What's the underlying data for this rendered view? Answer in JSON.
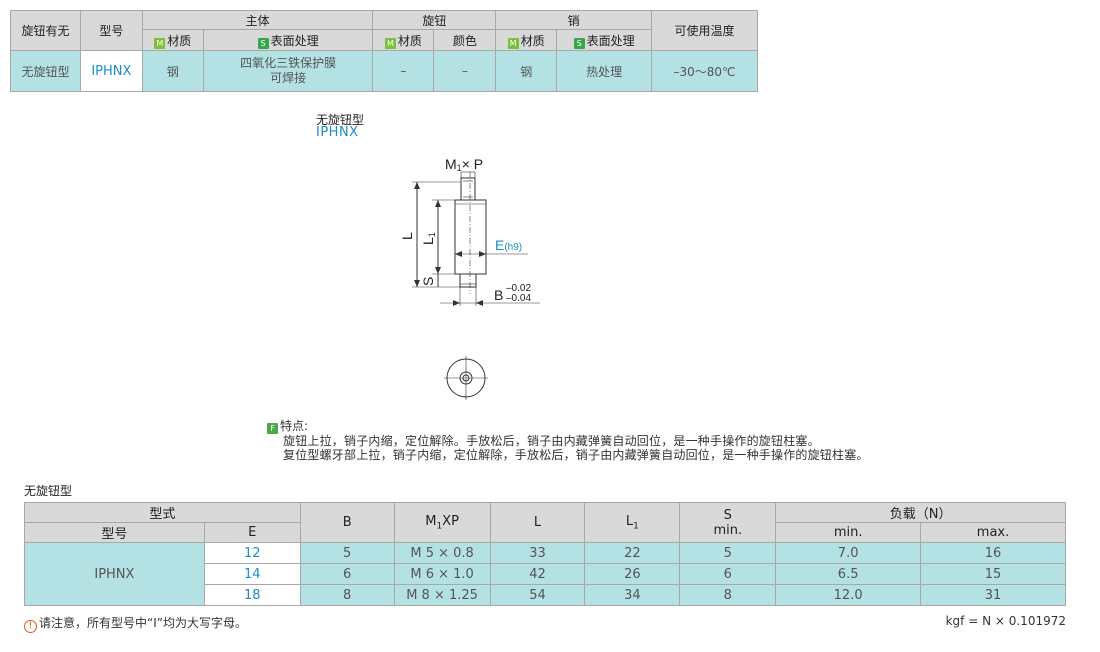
{
  "spec_table": {
    "h_knob": "旋钮有无",
    "h_model": "型号",
    "h_body": "主体",
    "h_knob_group": "旋钮",
    "h_pin": "销",
    "h_temp": "可使用温度",
    "sub_material": "材质",
    "sub_surface": "表面处理",
    "sub_color": "颜色",
    "tag_m": "M",
    "tag_s": "S",
    "row": {
      "knob": "无旋钮型",
      "model": "IPHNX",
      "body_material": "钢",
      "body_surface_1": "四氧化三铁保护膜",
      "body_surface_2": "可焊接",
      "knob_material": "–",
      "knob_color": "–",
      "pin_material": "钢",
      "pin_surface": "热处理",
      "temp": "–30～80℃"
    }
  },
  "drawing": {
    "caption": "无旋钮型",
    "model": "IPHNX",
    "lbl_m1": "M",
    "lbl_m1_sub": "1",
    "lbl_xp": "× P",
    "lbl_L": "L",
    "lbl_L1": "L",
    "lbl_L1_sub": "1",
    "lbl_S": "S",
    "lbl_E": "E",
    "lbl_E_tol": "(h9)",
    "lbl_B": "B",
    "lbl_B_tol_up": "–0.02",
    "lbl_B_tol_dn": "–0.04"
  },
  "features": {
    "tag": "F",
    "title": "特点:",
    "line1": "旋钮上拉，销子内缩，定位解除。手放松后，销子由内藏弹簧自动回位，是一种手操作的旋钮柱塞。",
    "line2": "复位型螺牙部上拉，销子内缩，定位解除，手放松后，销子由内藏弹簧自动回位，是一种手操作的旋钮柱塞。"
  },
  "section_title": "无旋钮型",
  "dim_table": {
    "h_type": "型式",
    "h_model": "型号",
    "h_E": "E",
    "h_B": "B",
    "h_MxP_M": "M",
    "h_MxP_sub": "1",
    "h_MxP_rest": "XP",
    "h_L": "L",
    "h_L1": "L",
    "h_L1_sub": "1",
    "h_S": "S",
    "h_S_min": "min.",
    "h_load": "负载（N）",
    "h_load_min": "min.",
    "h_load_max": "max.",
    "model": "IPHNX",
    "rows": [
      {
        "E": "12",
        "B": "5",
        "MxP": "M 5 × 0.8",
        "L": "33",
        "L1": "22",
        "S": "5",
        "min": "7.0",
        "max": "16"
      },
      {
        "E": "14",
        "B": "6",
        "MxP": "M 6 × 1.0",
        "L": "42",
        "L1": "26",
        "S": "6",
        "min": "6.5",
        "max": "15"
      },
      {
        "E": "18",
        "B": "8",
        "MxP": "M 8 × 1.25",
        "L": "54",
        "L1": "34",
        "S": "8",
        "min": "12.0",
        "max": "31"
      }
    ]
  },
  "note": {
    "icon": "!",
    "text": "请注意，所有型号中“I”均为大写字母。"
  },
  "conversion": "kgf = N × 0.101972",
  "colors": {
    "header_gray": "#d9d9d9",
    "cell_cyan": "#b3e1e4",
    "model_blue": "#1d8cc8",
    "tag_green": "#7bbf3a"
  }
}
